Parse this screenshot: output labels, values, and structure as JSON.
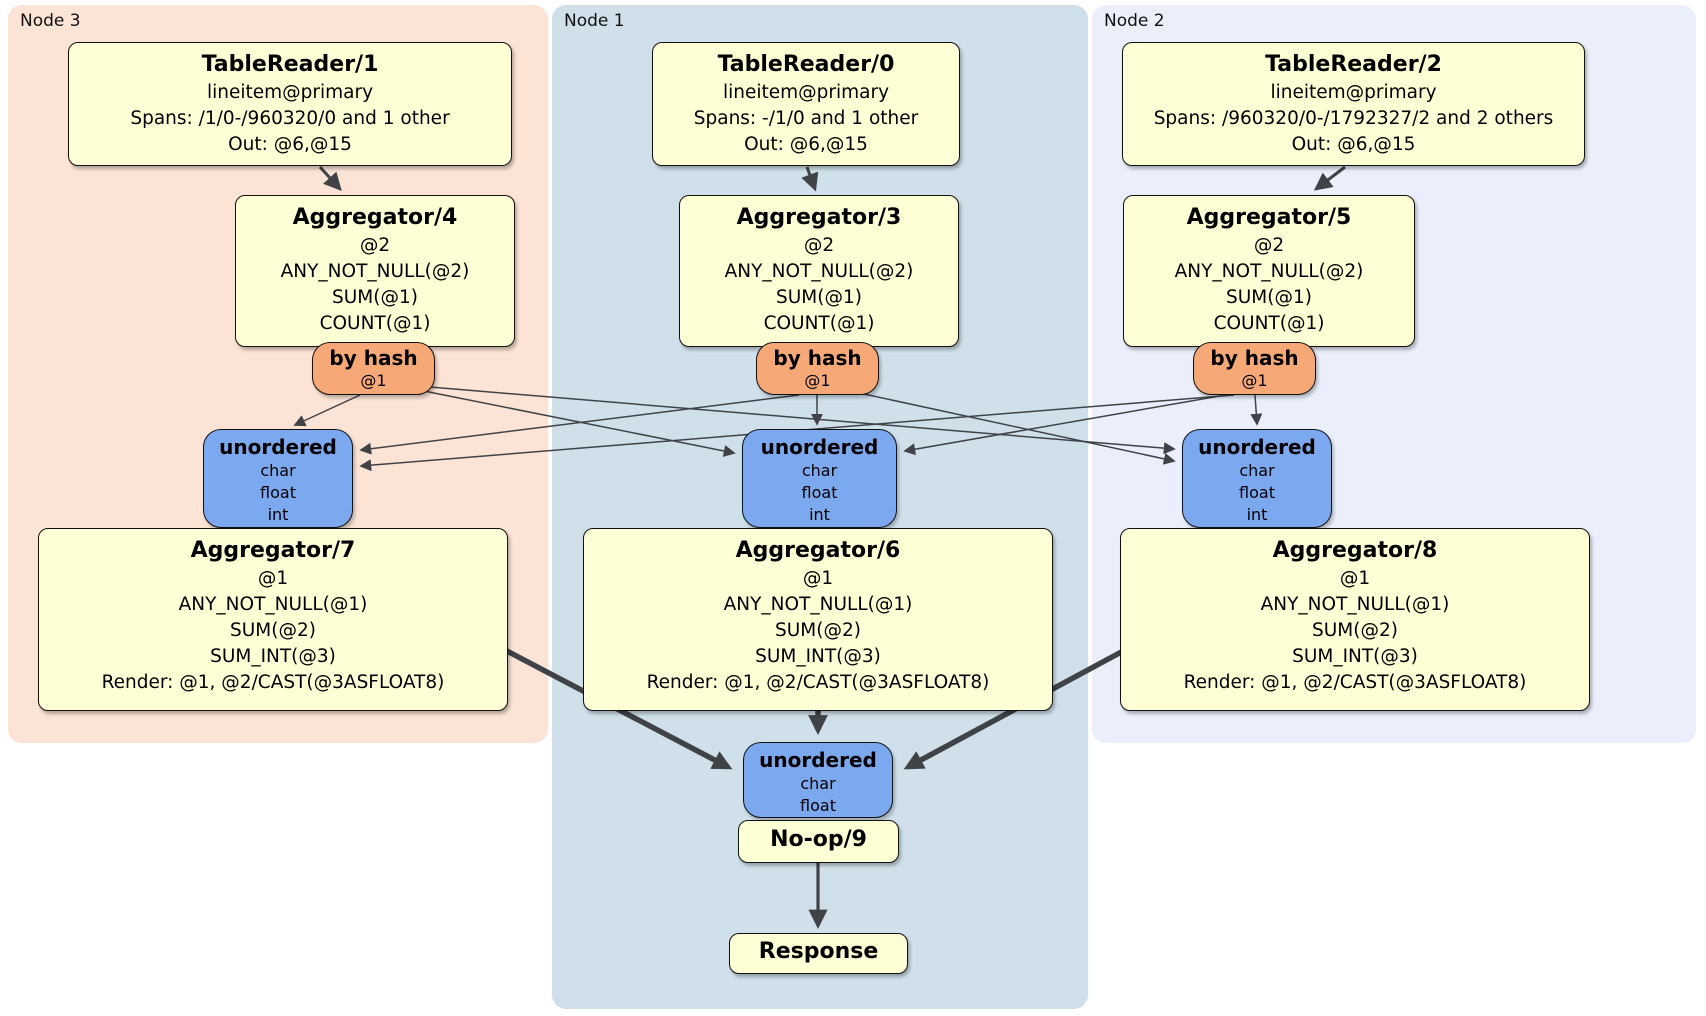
{
  "groups": {
    "node3": {
      "label": "Node 3"
    },
    "node1": {
      "label": "Node 1"
    },
    "node2": {
      "label": "Node 2"
    }
  },
  "boxes": {
    "tr1": {
      "title": "TableReader/1",
      "lines": [
        "lineitem@primary",
        "Spans: /1/0-/960320/0 and 1 other",
        "Out: @6,@15"
      ]
    },
    "tr0": {
      "title": "TableReader/0",
      "lines": [
        "lineitem@primary",
        "Spans: -/1/0 and 1 other",
        "Out: @6,@15"
      ]
    },
    "tr2": {
      "title": "TableReader/2",
      "lines": [
        "lineitem@primary",
        "Spans: /960320/0-/1792327/2 and 2 others",
        "Out: @6,@15"
      ]
    },
    "agg4": {
      "title": "Aggregator/4",
      "lines": [
        "@2",
        "ANY_NOT_NULL(@2)",
        "SUM(@1)",
        "COUNT(@1)"
      ]
    },
    "agg3": {
      "title": "Aggregator/3",
      "lines": [
        "@2",
        "ANY_NOT_NULL(@2)",
        "SUM(@1)",
        "COUNT(@1)"
      ]
    },
    "agg5": {
      "title": "Aggregator/5",
      "lines": [
        "@2",
        "ANY_NOT_NULL(@2)",
        "SUM(@1)",
        "COUNT(@1)"
      ]
    },
    "agg7": {
      "title": "Aggregator/7",
      "lines": [
        "@1",
        "ANY_NOT_NULL(@1)",
        "SUM(@2)",
        "SUM_INT(@3)",
        "Render: @1, @2/CAST(@3ASFLOAT8)"
      ]
    },
    "agg6": {
      "title": "Aggregator/6",
      "lines": [
        "@1",
        "ANY_NOT_NULL(@1)",
        "SUM(@2)",
        "SUM_INT(@3)",
        "Render: @1, @2/CAST(@3ASFLOAT8)"
      ]
    },
    "agg8": {
      "title": "Aggregator/8",
      "lines": [
        "@1",
        "ANY_NOT_NULL(@1)",
        "SUM(@2)",
        "SUM_INT(@3)",
        "Render: @1, @2/CAST(@3ASFLOAT8)"
      ]
    },
    "noop": {
      "title": "No-op/9"
    },
    "response": {
      "title": "Response"
    }
  },
  "routers": {
    "hash3": {
      "title": "by hash",
      "key": "@1"
    },
    "hash1": {
      "title": "by hash",
      "key": "@1"
    },
    "hash2": {
      "title": "by hash",
      "key": "@1"
    }
  },
  "syncs": {
    "un3": {
      "title": "unordered",
      "inputs": [
        "char",
        "float",
        "int"
      ]
    },
    "un1": {
      "title": "unordered",
      "inputs": [
        "char",
        "float",
        "int"
      ]
    },
    "un2": {
      "title": "unordered",
      "inputs": [
        "char",
        "float",
        "int"
      ]
    },
    "unfinal": {
      "title": "unordered",
      "inputs": [
        "char",
        "float"
      ]
    }
  },
  "edges": [
    {
      "from": "TableReader/1",
      "to": "Aggregator/4"
    },
    {
      "from": "TableReader/0",
      "to": "Aggregator/3"
    },
    {
      "from": "TableReader/2",
      "to": "Aggregator/5"
    },
    {
      "from": "by hash (Node 3)",
      "to": "unordered (Node 3)"
    },
    {
      "from": "by hash (Node 3)",
      "to": "unordered (Node 1)"
    },
    {
      "from": "by hash (Node 3)",
      "to": "unordered (Node 2)"
    },
    {
      "from": "by hash (Node 1)",
      "to": "unordered (Node 3)"
    },
    {
      "from": "by hash (Node 1)",
      "to": "unordered (Node 1)"
    },
    {
      "from": "by hash (Node 1)",
      "to": "unordered (Node 2)"
    },
    {
      "from": "by hash (Node 2)",
      "to": "unordered (Node 3)"
    },
    {
      "from": "by hash (Node 2)",
      "to": "unordered (Node 1)"
    },
    {
      "from": "by hash (Node 2)",
      "to": "unordered (Node 2)"
    },
    {
      "from": "Aggregator/7",
      "to": "unordered (final)"
    },
    {
      "from": "Aggregator/6",
      "to": "unordered (final)"
    },
    {
      "from": "Aggregator/8",
      "to": "unordered (final)"
    },
    {
      "from": "No-op/9",
      "to": "Response"
    }
  ],
  "colors": {
    "node3_fill": "#fbe3d5",
    "node1_fill": "#cfe0ea",
    "node2_fill": "#eaeffb",
    "processor_fill": "#ffffd6",
    "router_fill": "#f6a877",
    "sync_fill": "#7ca8f0",
    "edge": "#3f4347"
  }
}
